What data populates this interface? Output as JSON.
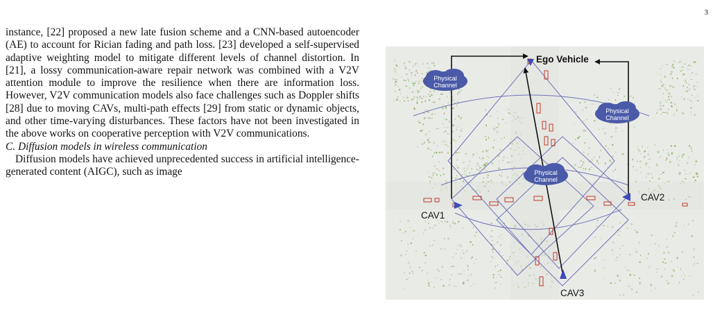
{
  "page_number": "3",
  "paragraphs": [
    "instance, [22] proposed a new late fusion scheme and a CNN-based autoencoder (AE) to account for Rician fading and path loss. [23] developed a self-supervised adaptive weighting model to mitigate different levels of channel distortion. In [21], a lossy communication-aware repair network was combined with a V2V attention module to improve the resilience when there are information loss. However, V2V communication models also face challenges such as Doppler shifts [28] due to moving CAVs, multi-path effects [29] from static or dynamic objects, and other time-varying disturbances. These factors have not been investigated in the above works on cooperative perception with V2V communications."
  ],
  "section_heading": "C.  Diffusion models in wireless communication",
  "section_paragraph": "Diffusion models have achieved unprecedented success in artificial intelligence-generated content (AIGC), such as image",
  "figure": {
    "labels": {
      "ego": "Ego Vehicle",
      "cav1": "CAV1",
      "cav2": "CAV2",
      "cav3": "CAV3"
    },
    "clouds": {
      "left_line1": "Physical",
      "left_line2": "Channel",
      "right_line1": "Physical",
      "right_line2": "Channel",
      "center_line1": "Physical",
      "center_line2": "Channel"
    },
    "colors": {
      "background": "#e9ebe7",
      "point_green": "#7fb35a",
      "point_olive": "#a99b58",
      "vehicle_box": "#c0392b",
      "field_of_view": "#5a5fb0",
      "cloud": "#4a5aa8",
      "marker": "#3d4ab8"
    }
  }
}
